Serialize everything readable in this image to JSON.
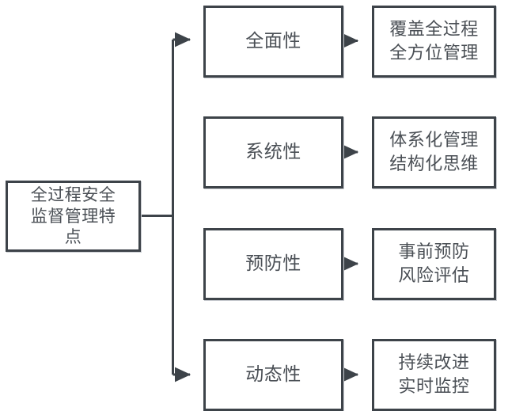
{
  "diagram": {
    "type": "flowchart",
    "orientation": "left-to-right",
    "line_color": "#3d4349",
    "text_color": "#4a4f55",
    "background_color": "#ffffff",
    "root": {
      "id": "root",
      "label": "全过程安全\n监督管理特\n点"
    },
    "branches": [
      {
        "id": "branch-0",
        "characteristic": "全面性",
        "description": "覆盖全过程\n全方位管理",
        "has_trunk_arrow": true
      },
      {
        "id": "branch-1",
        "characteristic": "系统性",
        "description": "体系化管理\n结构化思维",
        "has_trunk_arrow": false
      },
      {
        "id": "branch-2",
        "characteristic": "预防性",
        "description": "事前预防\n风险评估",
        "has_trunk_arrow": false
      },
      {
        "id": "branch-3",
        "characteristic": "动态性",
        "description": "持续改进\n实时监控",
        "has_trunk_arrow": true
      }
    ]
  }
}
